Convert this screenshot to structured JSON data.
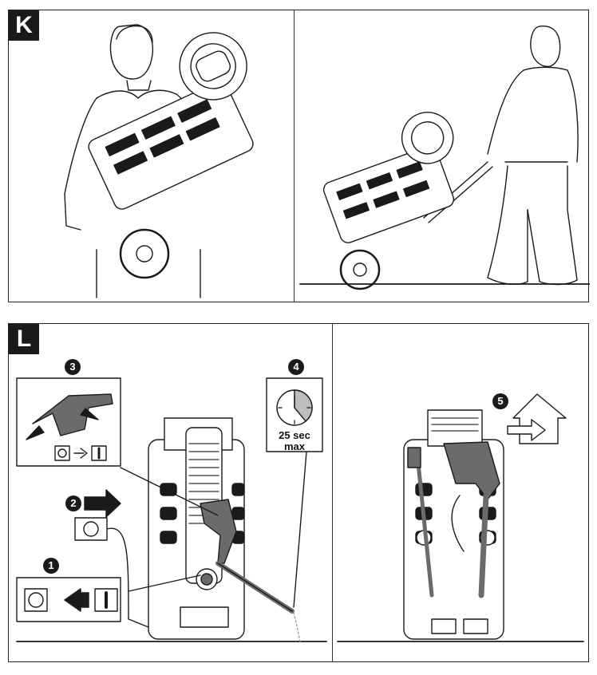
{
  "panels": {
    "k": {
      "label": "K"
    },
    "l": {
      "label": "L"
    }
  },
  "steps": {
    "step1": "1",
    "step2": "2",
    "step3": "3",
    "step4": "4",
    "step5": "5"
  },
  "timer": {
    "line1": "25 sec",
    "line2": "max"
  },
  "switch_symbols": {
    "off": "O",
    "on": "I"
  },
  "icons": [
    "carry-illustration",
    "trolley-illustration",
    "trigger-icon",
    "plug-icon",
    "timer-icon",
    "house-icon",
    "arrow-icon"
  ],
  "colors": {
    "ink": "#1a1a1a",
    "hose": "#6b6b6b",
    "lightgray": "#bdbdbd"
  }
}
